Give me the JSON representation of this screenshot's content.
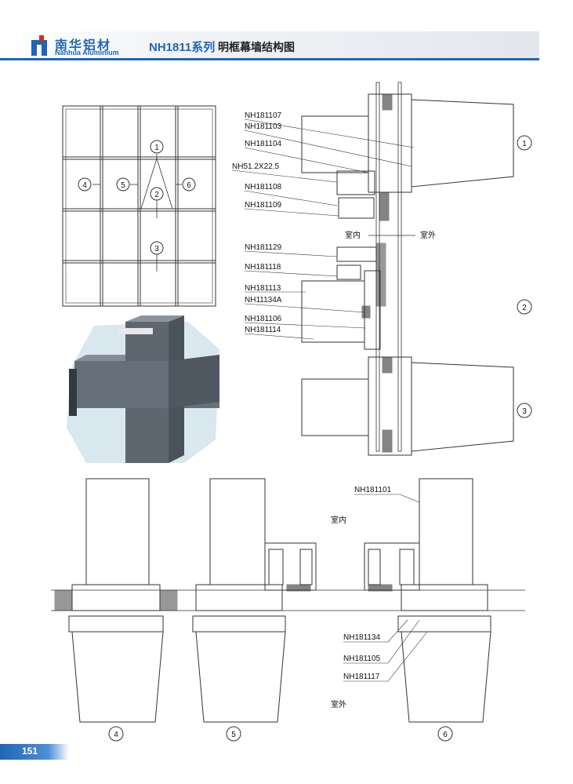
{
  "header": {
    "brand_cn": "南华铝材",
    "brand_en": "Nanhua Aluminium",
    "series": "NH1811系列",
    "title": "明框幕墙结构图"
  },
  "elevation": {
    "markers": [
      "1",
      "2",
      "3",
      "4",
      "5",
      "6"
    ]
  },
  "vertical_section": {
    "labels": [
      "NH181107",
      "NH181103",
      "NH181104",
      "NH51.2X22.5",
      "NH181108",
      "NH181109",
      "NH181129",
      "NH181118",
      "NH181113",
      "NH11134A",
      "NH181106",
      "NH181114"
    ],
    "interior": "室内",
    "exterior": "室外",
    "markers": [
      "1",
      "2",
      "3"
    ]
  },
  "horizontal_section": {
    "labels_top": [
      "NH181101"
    ],
    "labels_bottom": [
      "NH181134",
      "NH181105",
      "NH181117"
    ],
    "interior": "室内",
    "exterior": "室外",
    "markers": [
      "4",
      "5",
      "6"
    ]
  },
  "footer": {
    "page_number": "151"
  },
  "colors": {
    "brand": "#1f66b5",
    "line": "#333333",
    "mullion_3d": "#5e6670",
    "glass": "#a9c7d6"
  }
}
